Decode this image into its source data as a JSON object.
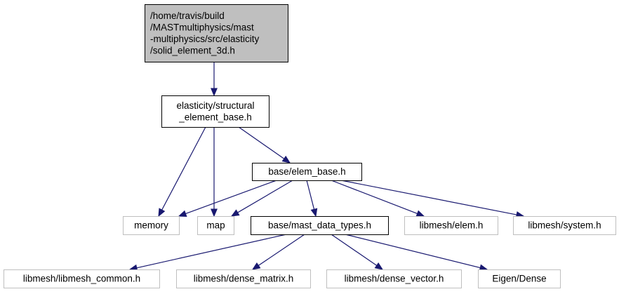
{
  "nodes": {
    "root": {
      "lines": [
        "/home/travis/build",
        "/MASTmultiphysics/mast",
        "-multiphysics/src/elasticity",
        "/solid_element_3d.h"
      ],
      "kind": "root"
    },
    "structural": {
      "lines": [
        "elasticity/structural",
        "_element_base.h"
      ],
      "kind": "local"
    },
    "elem_base": {
      "lines": [
        "base/elem_base.h"
      ],
      "kind": "local"
    },
    "memory": {
      "lines": [
        "memory"
      ],
      "kind": "external"
    },
    "map": {
      "lines": [
        "map"
      ],
      "kind": "external"
    },
    "mast_data_types": {
      "lines": [
        "base/mast_data_types.h"
      ],
      "kind": "local"
    },
    "libmesh_elem": {
      "lines": [
        "libmesh/elem.h"
      ],
      "kind": "external"
    },
    "libmesh_system": {
      "lines": [
        "libmesh/system.h"
      ],
      "kind": "external"
    },
    "libmesh_common": {
      "lines": [
        "libmesh/libmesh_common.h"
      ],
      "kind": "external"
    },
    "dense_matrix": {
      "lines": [
        "libmesh/dense_matrix.h"
      ],
      "kind": "external"
    },
    "dense_vector": {
      "lines": [
        "libmesh/dense_vector.h"
      ],
      "kind": "external"
    },
    "eigen_dense": {
      "lines": [
        "Eigen/Dense"
      ],
      "kind": "external"
    }
  },
  "edges": [
    [
      "root",
      "structural"
    ],
    [
      "structural",
      "memory"
    ],
    [
      "structural",
      "map"
    ],
    [
      "structural",
      "elem_base"
    ],
    [
      "elem_base",
      "memory"
    ],
    [
      "elem_base",
      "map"
    ],
    [
      "elem_base",
      "mast_data_types"
    ],
    [
      "elem_base",
      "libmesh_elem"
    ],
    [
      "elem_base",
      "libmesh_system"
    ],
    [
      "mast_data_types",
      "libmesh_common"
    ],
    [
      "mast_data_types",
      "dense_matrix"
    ],
    [
      "mast_data_types",
      "dense_vector"
    ],
    [
      "mast_data_types",
      "eigen_dense"
    ]
  ],
  "colors": {
    "root_fill": "#bfbfbf",
    "edge": "#191970",
    "external_border": "#bfbfbf",
    "local_border": "#000000"
  }
}
